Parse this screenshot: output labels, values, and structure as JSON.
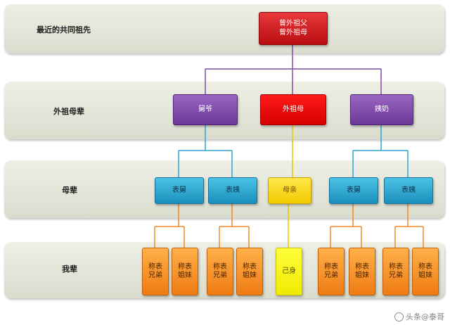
{
  "bands": [
    {
      "label": "最近的共同祖先"
    },
    {
      "label": "外祖母辈"
    },
    {
      "label": "母辈"
    },
    {
      "label": "我辈"
    }
  ],
  "nodes": {
    "root": {
      "line1": "曾外祖父",
      "line2": "曾外祖母"
    },
    "g2": [
      {
        "label": "舅爷"
      },
      {
        "label": "外祖母"
      },
      {
        "label": "姨奶"
      }
    ],
    "g3": [
      {
        "label": "表舅"
      },
      {
        "label": "表姨"
      },
      {
        "label": "母亲"
      },
      {
        "label": "表舅"
      },
      {
        "label": "表姨"
      }
    ],
    "g4": [
      {
        "line1": "称表",
        "line2": "兄弟"
      },
      {
        "line1": "称表",
        "line2": "姐妹"
      },
      {
        "line1": "称表",
        "line2": "兄弟"
      },
      {
        "line1": "称表",
        "line2": "姐妹"
      },
      {
        "line1": "己身",
        "line2": ""
      },
      {
        "line1": "称表",
        "line2": "兄弟"
      },
      {
        "line1": "称表",
        "line2": "姐妹"
      },
      {
        "line1": "称表",
        "line2": "兄弟"
      },
      {
        "line1": "称表",
        "line2": "姐妹"
      }
    ]
  },
  "watermark": "头条@泰哥",
  "colors": {
    "purple_line": "#7b4fa0",
    "cyan_line": "#2fa3cf",
    "orange_line": "#f08a2a"
  }
}
